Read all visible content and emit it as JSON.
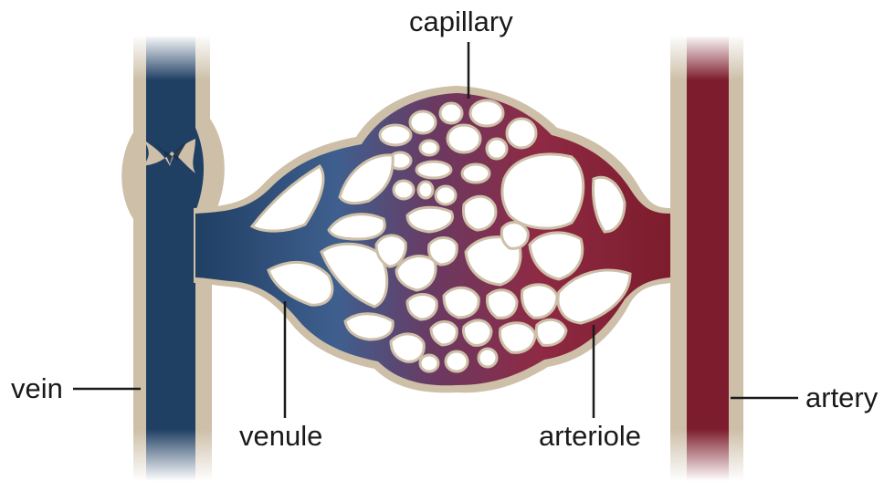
{
  "labels": {
    "capillary": "capillary",
    "vein": "vein",
    "venule": "venule",
    "arteriole": "arteriole",
    "artery": "artery"
  },
  "colors": {
    "vein_blue": "#1f3f63",
    "artery_red": "#7d1c2c",
    "capillary_purple": "#6a3a62",
    "vessel_wall": "#cdbfa8",
    "text": "#1a1a1a"
  }
}
